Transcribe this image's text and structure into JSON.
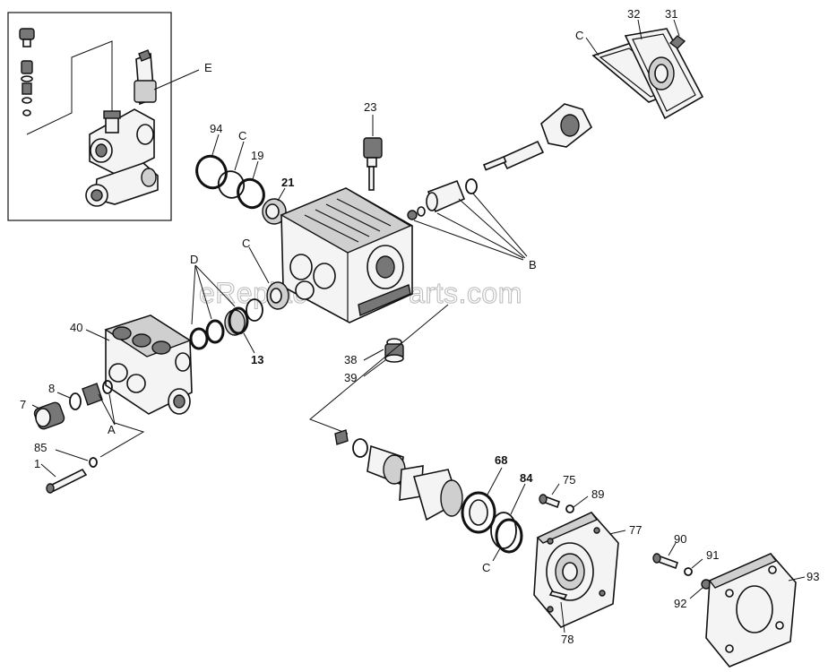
{
  "watermark": "eReplacementParts.com",
  "labels": {
    "E": "E",
    "l94": "94",
    "C_top": "C",
    "l19": "19",
    "l21": "21",
    "l23": "23",
    "C_gasket": "C",
    "l32": "32",
    "l31": "31",
    "B": "B",
    "D": "D",
    "C_mid": "C",
    "l40": "40",
    "l13": "13",
    "l38": "38",
    "l39": "39",
    "l8": "8",
    "l7": "7",
    "A": "A",
    "l85": "85",
    "l1": "1",
    "l68": "68",
    "l84": "84",
    "l75": "75",
    "l89": "89",
    "l77": "77",
    "C_bottom": "C",
    "l90": "90",
    "l91": "91",
    "l92": "92",
    "l93": "93",
    "l78": "78"
  }
}
